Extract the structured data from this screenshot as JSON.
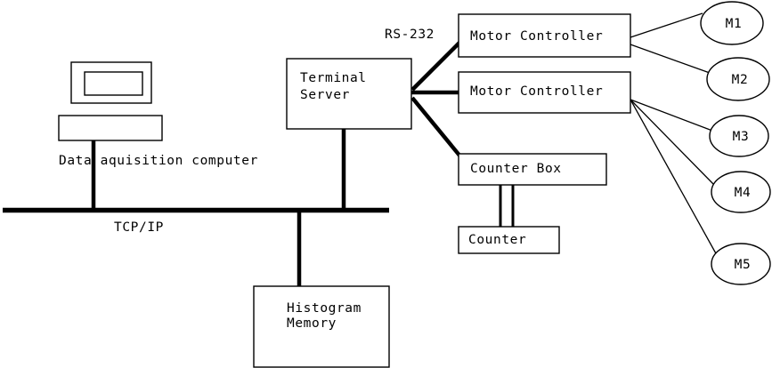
{
  "diagram": {
    "title": "Data acquisition system block diagram",
    "background_color": "#ffffff",
    "line_color": "#000000",
    "nodes": {
      "monitor": {
        "label": ""
      },
      "computer_base": {
        "label": ""
      },
      "computer_caption": {
        "label": "Data aquisition computer"
      },
      "terminal_server": {
        "line1": "Terminal",
        "line2": "Server"
      },
      "motor_controller_1": {
        "label": "Motor Controller"
      },
      "motor_controller_2": {
        "label": "Motor Controller"
      },
      "counter_box": {
        "label": "Counter Box"
      },
      "counter": {
        "label": "Counter"
      },
      "histogram_memory": {
        "line1": "Histogram",
        "line2": "Memory"
      },
      "motor_1": {
        "label": "M1"
      },
      "motor_2": {
        "label": "M2"
      },
      "motor_3": {
        "label": "M3"
      },
      "motor_4": {
        "label": "M4"
      },
      "motor_5": {
        "label": "M5"
      }
    },
    "link_labels": {
      "network_bus": "TCP/IP",
      "serial": "RS-232"
    }
  }
}
